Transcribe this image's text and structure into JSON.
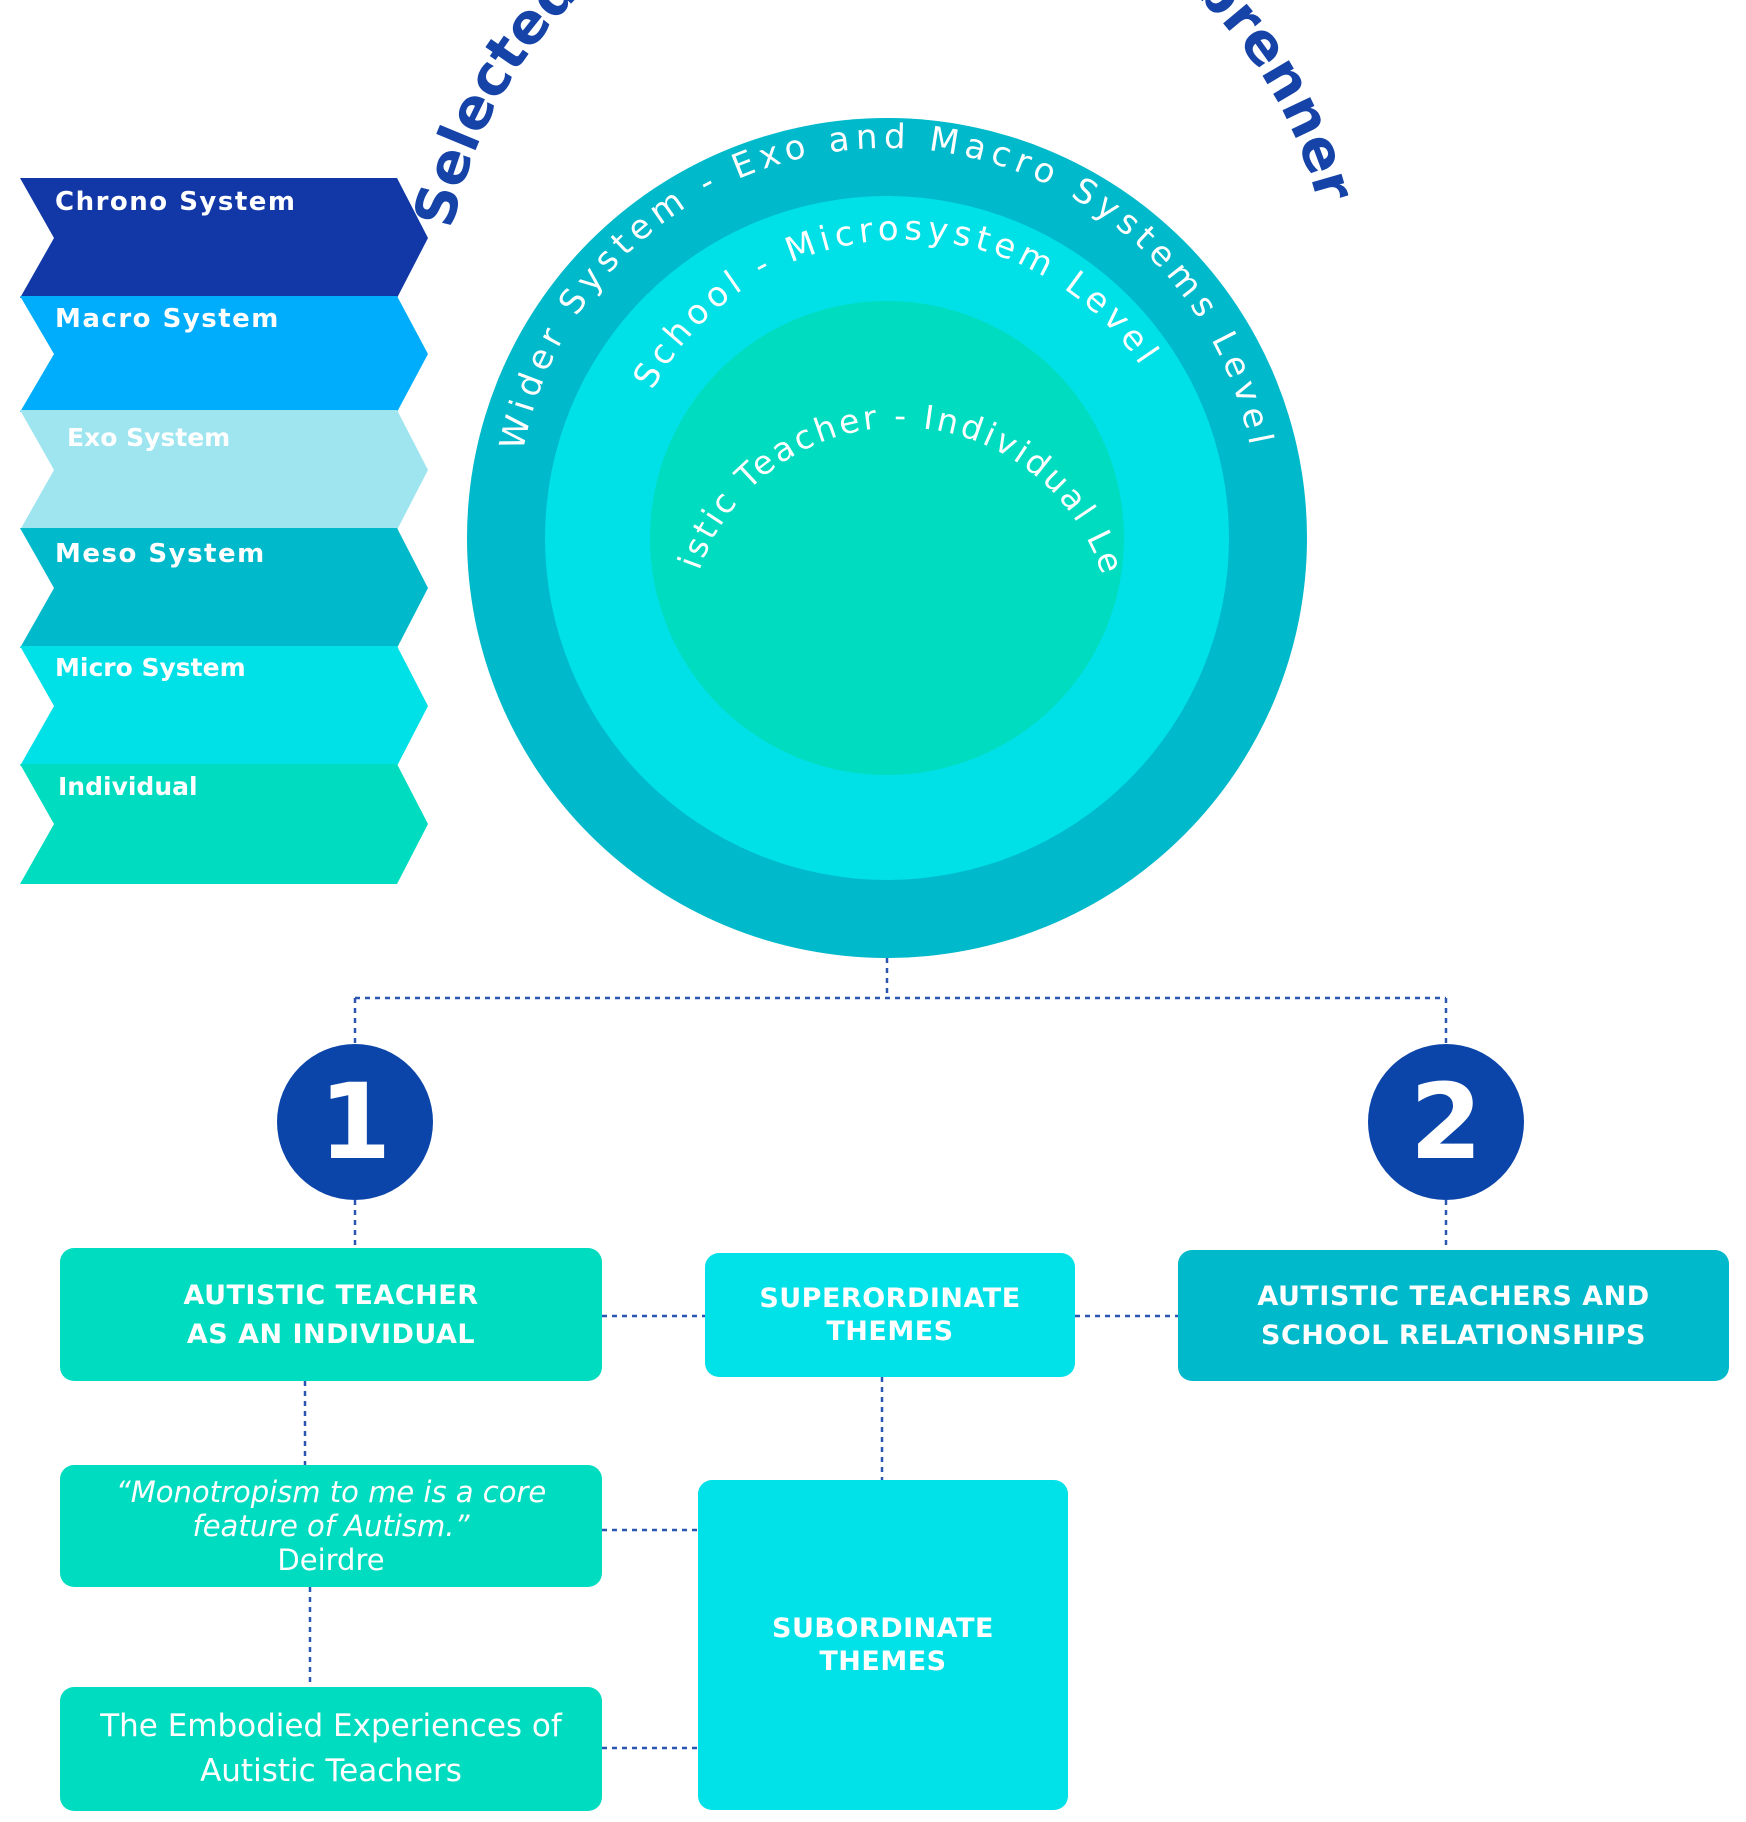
{
  "title": "Selected Themes and Bronfenbrenner",
  "rings": {
    "outer_label": "Wider System - Exo and Macro Systems Level",
    "middle_label": "School - Microsystem Level",
    "inner_label": "Autistic Teacher - Individual Level"
  },
  "chevrons": [
    {
      "label": "Chrono System",
      "color": "#1238a8"
    },
    {
      "label": "Macro System",
      "color": "#00adfc"
    },
    {
      "label": "Exo System",
      "color": "#9ee5f0"
    },
    {
      "label": "Meso System",
      "color": "#00b9ca"
    },
    {
      "label": "Micro System",
      "color": "#00e0e7"
    },
    {
      "label": "Individual",
      "color": "#00dcbf"
    }
  ],
  "colors": {
    "title": "#1543a8",
    "outer_ring": "#00b9ca",
    "middle_ring": "#00e0e7",
    "inner_circle": "#00dcbf",
    "badge": "#0b45aa",
    "connector": "#2a55b0"
  },
  "badges": [
    "1",
    "2"
  ],
  "theme1": {
    "line1": "AUTISTIC TEACHER",
    "line2": "AS AN INDIVIDUAL"
  },
  "theme2": {
    "line1": "AUTISTIC TEACHERS AND",
    "line2": "SCHOOL RELATIONSHIPS"
  },
  "superordinate": {
    "line1": "SUPERORDINATE",
    "line2": "THEMES"
  },
  "subordinate": {
    "line1": "SUBORDINATE",
    "line2": "THEMES"
  },
  "quote": {
    "line1": "“Monotropism to me is a core",
    "line2": "feature of Autism.”",
    "author": "Deirdre"
  },
  "embodied": {
    "line1": "The Embodied Experiences of",
    "line2": "Autistic Teachers"
  }
}
